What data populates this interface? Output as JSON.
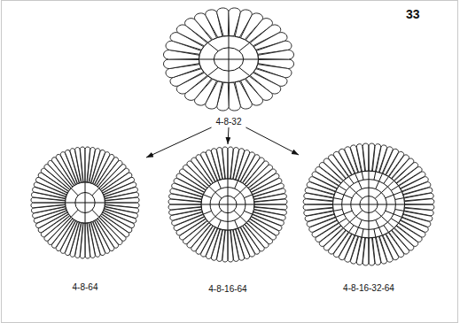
{
  "diagram": {
    "nodes": [
      {
        "text": [
          "4-8-32"
        ]
      },
      {
        "text": [
          "4-8-64"
        ]
      },
      {
        "text": [
          "4-8-16-64"
        ]
      },
      {
        "text": [
          "4-8-16-32-64"
        ]
      }
    ],
    "edges": [
      {
        "from": 0,
        "to": 1,
        "arrow": "to"
      },
      {
        "from": 0,
        "to": 2,
        "arrow": "to"
      },
      {
        "from": 0,
        "to": 3,
        "arrow": "to"
      }
    ],
    "labels": [
      "33"
    ]
  }
}
